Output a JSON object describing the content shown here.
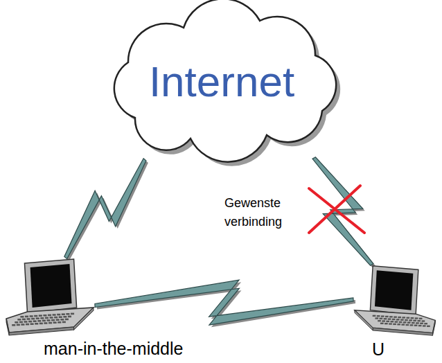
{
  "diagram": {
    "nodes": [
      {
        "text": [
          "Internet"
        ]
      },
      {
        "text": [
          "man-in-the-middle"
        ]
      },
      {
        "text": [
          "U"
        ]
      }
    ],
    "edges": [
      {
        "from": 0,
        "to": 1,
        "arrow": "none"
      },
      {
        "from": 0,
        "to": 2,
        "label": "Gewenste verbinding",
        "arrow": "none"
      },
      {
        "from": 1,
        "to": 2,
        "arrow": "none"
      }
    ]
  }
}
